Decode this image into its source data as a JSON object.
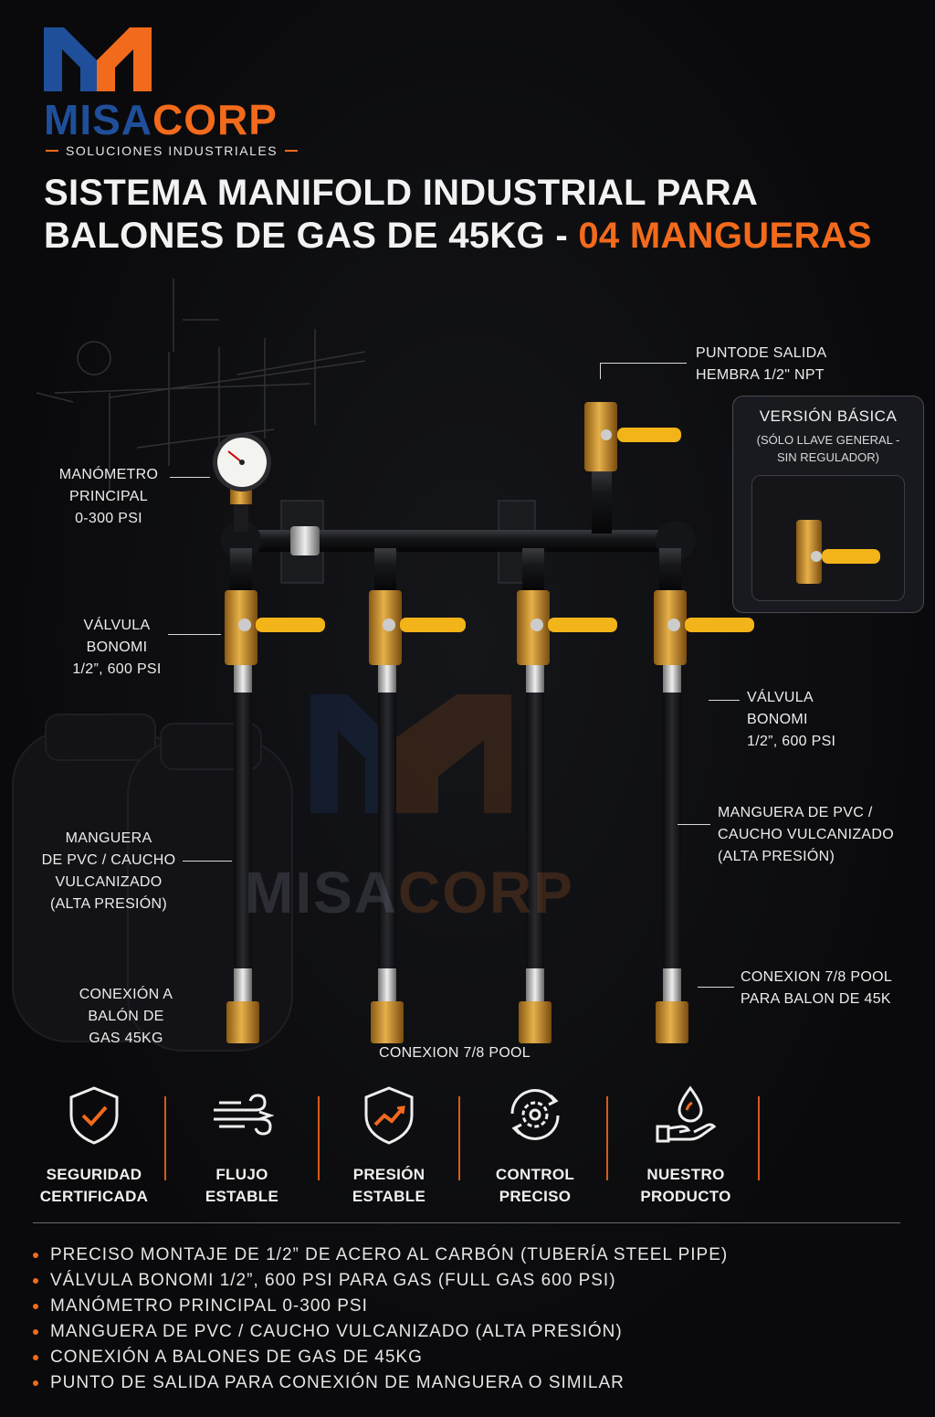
{
  "brand": {
    "name_part1": "MISA",
    "name_part2": "CORP",
    "tagline": "SOLUCIONES INDUSTRIALES",
    "colors": {
      "blue": "#1f4f9a",
      "orange": "#f26a1b"
    }
  },
  "title": {
    "line1": "SISTEMA MANIFOLD INDUSTRIAL PARA",
    "line2_prefix": "BALONES DE GAS DE 45KG - ",
    "line2_highlight": "04 MANGUERAS"
  },
  "callouts": {
    "outlet": [
      "PUNTODE SALIDA",
      "HEMBRA 1/2\" NPT"
    ],
    "gauge": [
      "MANÓMETRO",
      "PRINCIPAL",
      "0-300 PSI"
    ],
    "valve_left": [
      "VÁLVULA",
      "BONOMI",
      "1/2”, 600 PSI"
    ],
    "valve_right": [
      "VÁLVULA",
      "BONOMI",
      "1/2”, 600 PSI"
    ],
    "hose_left": [
      "MANGUERA",
      "DE PVC / CAUCHO",
      "VULCANIZADO",
      "(ALTA PRESIÓN)"
    ],
    "hose_right": [
      "MANGUERA DE PVC /",
      "CAUCHO VULCANIZADO",
      "(ALTA PRESIÓN)"
    ],
    "conn_left": [
      "CONEXIÓN A",
      "BALÓN DE",
      "GAS 45KG"
    ],
    "conn_right": [
      "CONEXION 7/8 POOL",
      "PARA BALON DE 45K"
    ],
    "conn_bottom": "CONEXION 7/8 POOL"
  },
  "version_basica": {
    "title": "VERSIÓN BÁSICA",
    "subtitle_line1": "(SÓLO LLAVE GENERAL -",
    "subtitle_line2": "SIN REGULADOR)"
  },
  "features": [
    {
      "icon": "shield-check-icon",
      "line1": "SEGURIDAD",
      "line2": "CERTIFICADA"
    },
    {
      "icon": "wind-flow-icon",
      "line1": "FLUJO",
      "line2": "ESTABLE"
    },
    {
      "icon": "shield-trend-icon",
      "line1": "PRESIÓN",
      "line2": "ESTABLE"
    },
    {
      "icon": "gear-cycle-icon",
      "line1": "CONTROL",
      "line2": "PRECISO"
    },
    {
      "icon": "hand-drop-icon",
      "line1": "NUESTRO",
      "line2": "PRODUCTO"
    }
  ],
  "bullets": [
    "PRECISO MONTAJE DE 1/2” DE ACERO AL CARBÓN (TUBERÍA STEEL PIPE)",
    "VÁLVULA BONOMI 1/2”, 600 PSI PARA GAS (FULL GAS 600 PSI)",
    "MANÓMETRO PRINCIPAL 0-300 PSI",
    "MANGUERA DE PVC / CAUCHO VULCANIZADO (ALTA PRESIÓN)",
    "CONEXIÓN A BALONES DE GAS DE 45KG",
    "PUNTO DE SALIDA PARA CONEXIÓN DE MANGUERA O SIMILAR"
  ]
}
